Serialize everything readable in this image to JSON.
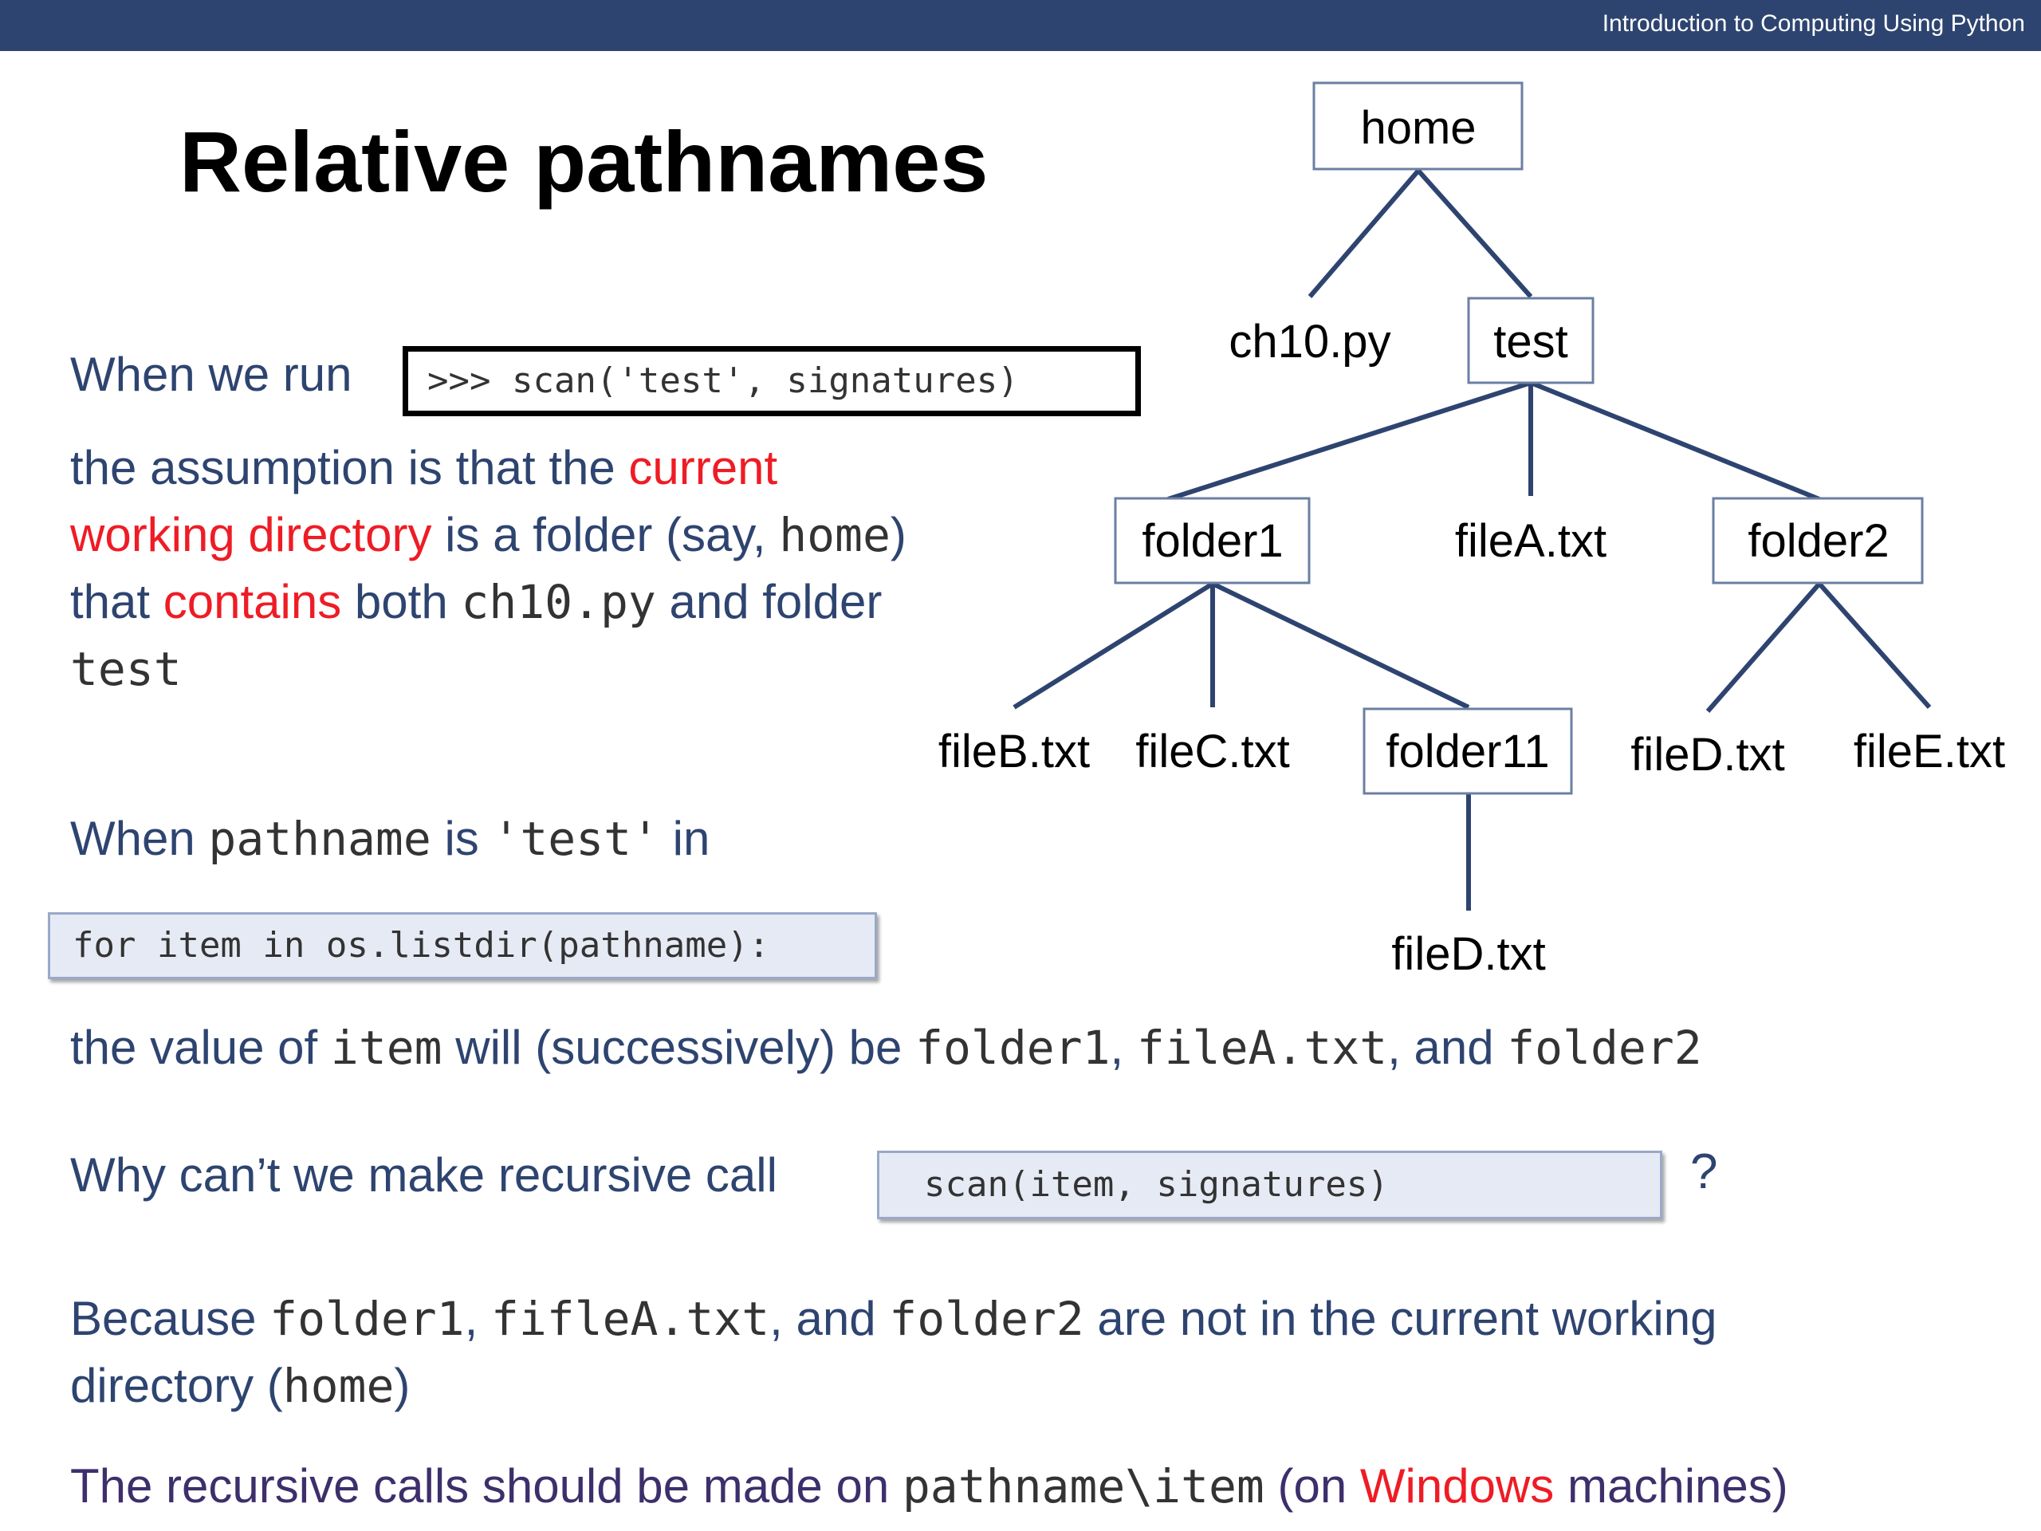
{
  "header": {
    "course_title": "Introduction to Computing Using Python"
  },
  "title": "Relative pathnames",
  "para1": {
    "when_we_run": "When we run",
    "command": ">>> scan('test', signatures)",
    "line1_a": "the assumption is that the ",
    "line1_b": "current",
    "line2_a": "working directory",
    "line2_b": " is a folder (say, ",
    "line2_c": "home",
    "line2_d": ")",
    "line3_a": "that ",
    "line3_b": "contains",
    "line3_c": " both ",
    "line3_d": "ch10.py",
    "line3_e": " and folder",
    "line4": "test"
  },
  "para2": {
    "a": "When ",
    "b": "pathname",
    "c": " is ",
    "d": "'test'",
    "e": " in",
    "code": "for item in os.listdir(pathname):"
  },
  "para3": {
    "a": "the value of ",
    "b": "item",
    "c": " will (successively) be ",
    "d": "folder1",
    "e": ", ",
    "f": "fileA.txt",
    "g": ", and ",
    "h": "folder2"
  },
  "para4": {
    "question": "Why can’t we make recursive call",
    "code": "scan(item, signatures)",
    "qmark": "?"
  },
  "para5": {
    "a": "Because ",
    "b": "folder1",
    "c": ", ",
    "d": "fifleA.txt",
    "e": ", and ",
    "f": "folder2",
    "g": " are not in the current working",
    "h": "directory (",
    "i": "home",
    "j": ")"
  },
  "para6": {
    "a": "The recursive calls should be made on ",
    "b": "pathname\\item",
    "c": " (on ",
    "d": "Windows",
    "e": " machines)"
  },
  "tree": {
    "home": "home",
    "ch10": "ch10.py",
    "test": "test",
    "folder1": "folder1",
    "fileA": "fileA.txt",
    "folder2": "folder2",
    "fileB": "fileB.txt",
    "fileC": "fileC.txt",
    "folder11": "folder11",
    "fileD_1": "fileD.txt",
    "fileE": "fileE.txt",
    "fileD_2": "fileD.txt"
  },
  "colors": {
    "header": "#2e4470",
    "text": "#2e4470",
    "highlight": "#ee1c25",
    "tree_line": "#2e4470"
  }
}
